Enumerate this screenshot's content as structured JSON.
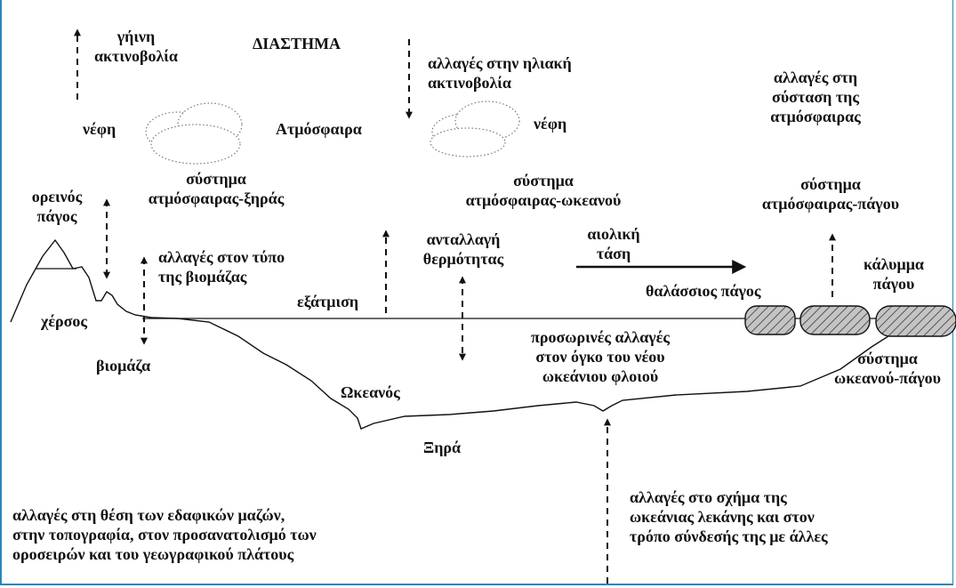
{
  "colors": {
    "frame": "#2a86b8",
    "ink": "#111111",
    "ice_fill": "#bbbbbb"
  },
  "labels": {
    "space": "ΔΙΑΣΤΗΜΑ",
    "terrestrial_radiation": [
      "γήινη",
      "ακτινοβολία"
    ],
    "solar_radiation_changes": [
      "αλλαγές στην ηλιακή",
      "ακτινοβολία"
    ],
    "atmos_composition_changes": [
      "αλλαγές στη",
      "σύσταση της",
      "ατμόσφαιρας"
    ],
    "clouds_left": "νέφη",
    "atmosphere": "Ατμόσφαιρα",
    "clouds_right": "νέφη",
    "atmos_land_system": [
      "σύστημα",
      "ατμόσφαιρας-ξηράς"
    ],
    "atmos_ocean_system": [
      "σύστημα",
      "ατμόσφαιρας-ωκεανού"
    ],
    "atmos_ice_system": [
      "σύστημα",
      "ατμόσφαιρας-πάγου"
    ],
    "mountain_glacier": [
      "ορεινός",
      "πάγος"
    ],
    "biomass_type_changes": [
      "αλλαγές στον τύπο",
      "της βιομάζας"
    ],
    "heat_exchange": [
      "ανταλλαγή",
      "θερμότητας"
    ],
    "wind_stress": [
      "αιολική",
      "τάση"
    ],
    "ice_cover": [
      "κάλυμμα",
      "πάγου"
    ],
    "land": "χέρσος",
    "evaporation": "εξάτμιση",
    "sea_ice": "θαλάσσιος πάγος",
    "biomass": "βιομάζα",
    "temporary_changes": [
      "προσωρινές αλλαγές",
      "στον όγκο του νέου",
      "ωκεάνιου φλοιού"
    ],
    "ocean_ice_system": [
      "σύστημα",
      "ωκεανού-πάγου"
    ],
    "ocean": "Ωκεανός",
    "land_below": "Ξηρά",
    "landmass_changes": [
      "αλλαγές στη θέση των εδαφικών μαζών,",
      "στην τοπογραφία, στον προσανατολισμό των",
      "οροσειρών και του γεωγραφικού πλάτους"
    ],
    "basin_changes": [
      "αλλαγές στο σχήμα της",
      "ωκεάνιας λεκάνης και στον",
      "τρόπο σύνδεσής της με άλλες"
    ]
  }
}
